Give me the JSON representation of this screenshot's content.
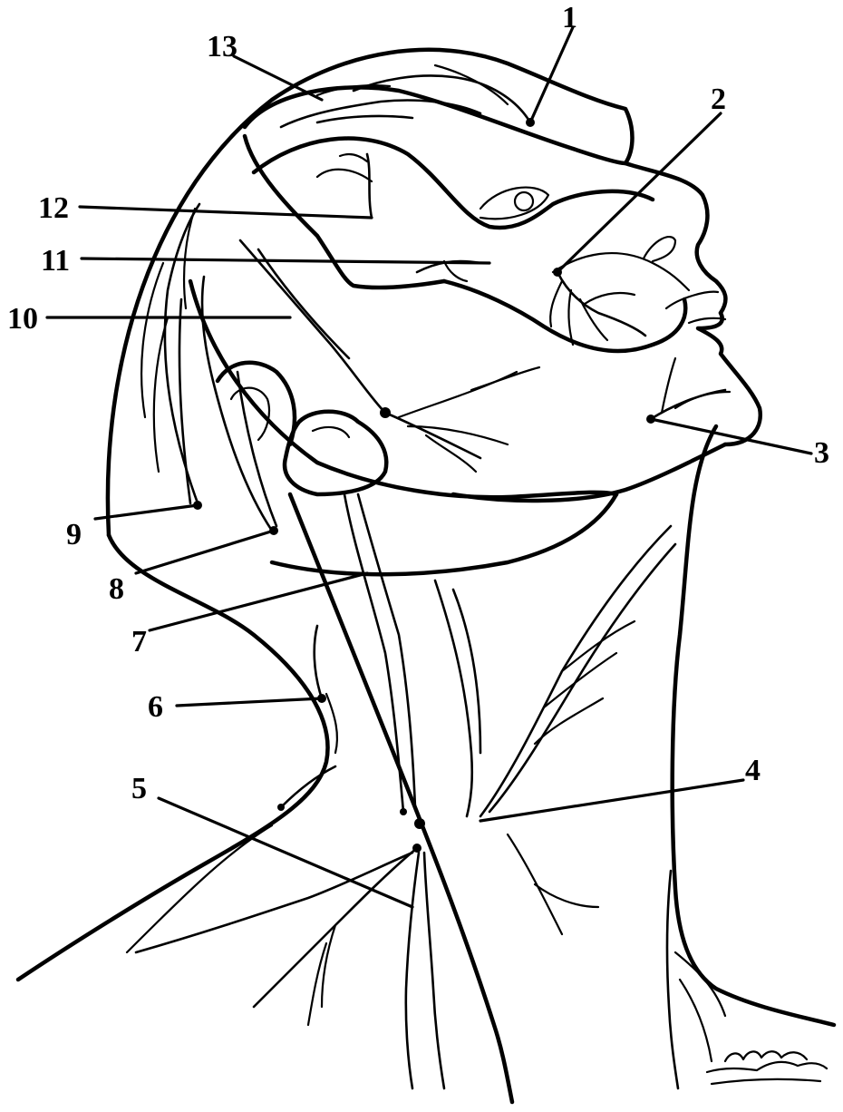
{
  "figure": {
    "labels": [
      {
        "id": "label-1",
        "text": "1"
      },
      {
        "id": "label-2",
        "text": "2"
      },
      {
        "id": "label-3",
        "text": "3"
      },
      {
        "id": "label-4",
        "text": "4"
      },
      {
        "id": "label-5",
        "text": "5"
      },
      {
        "id": "label-6",
        "text": "6"
      },
      {
        "id": "label-7",
        "text": "7"
      },
      {
        "id": "label-8",
        "text": "8"
      },
      {
        "id": "label-9",
        "text": "9"
      },
      {
        "id": "label-10",
        "text": "10"
      },
      {
        "id": "label-11",
        "text": "11"
      },
      {
        "id": "label-12",
        "text": "12"
      },
      {
        "id": "label-13",
        "text": "13"
      }
    ],
    "signature": "Dolucmoja"
  }
}
